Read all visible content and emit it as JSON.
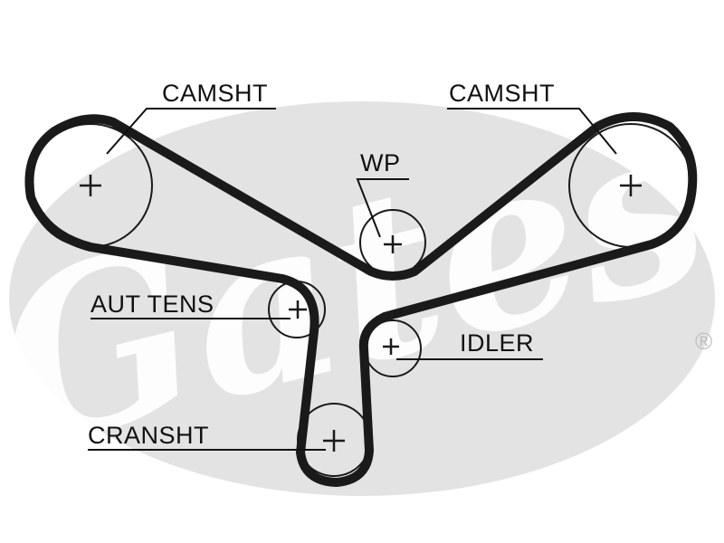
{
  "colors": {
    "background": "#ffffff",
    "watermark": "#e3e3e3",
    "line": "#1a1a1a",
    "text": "#111111"
  },
  "watermark": {
    "text": "Gates",
    "mark": "®"
  },
  "labels": {
    "camshaft_left": "CAMSHT",
    "camshaft_right": "CAMSHT",
    "water_pump": "WP",
    "auto_tensioner": "AUT TENS",
    "idler": "IDLER",
    "crankshaft": "CRANSHT"
  },
  "icons": {
    "pulley_center": "plus-icon"
  }
}
